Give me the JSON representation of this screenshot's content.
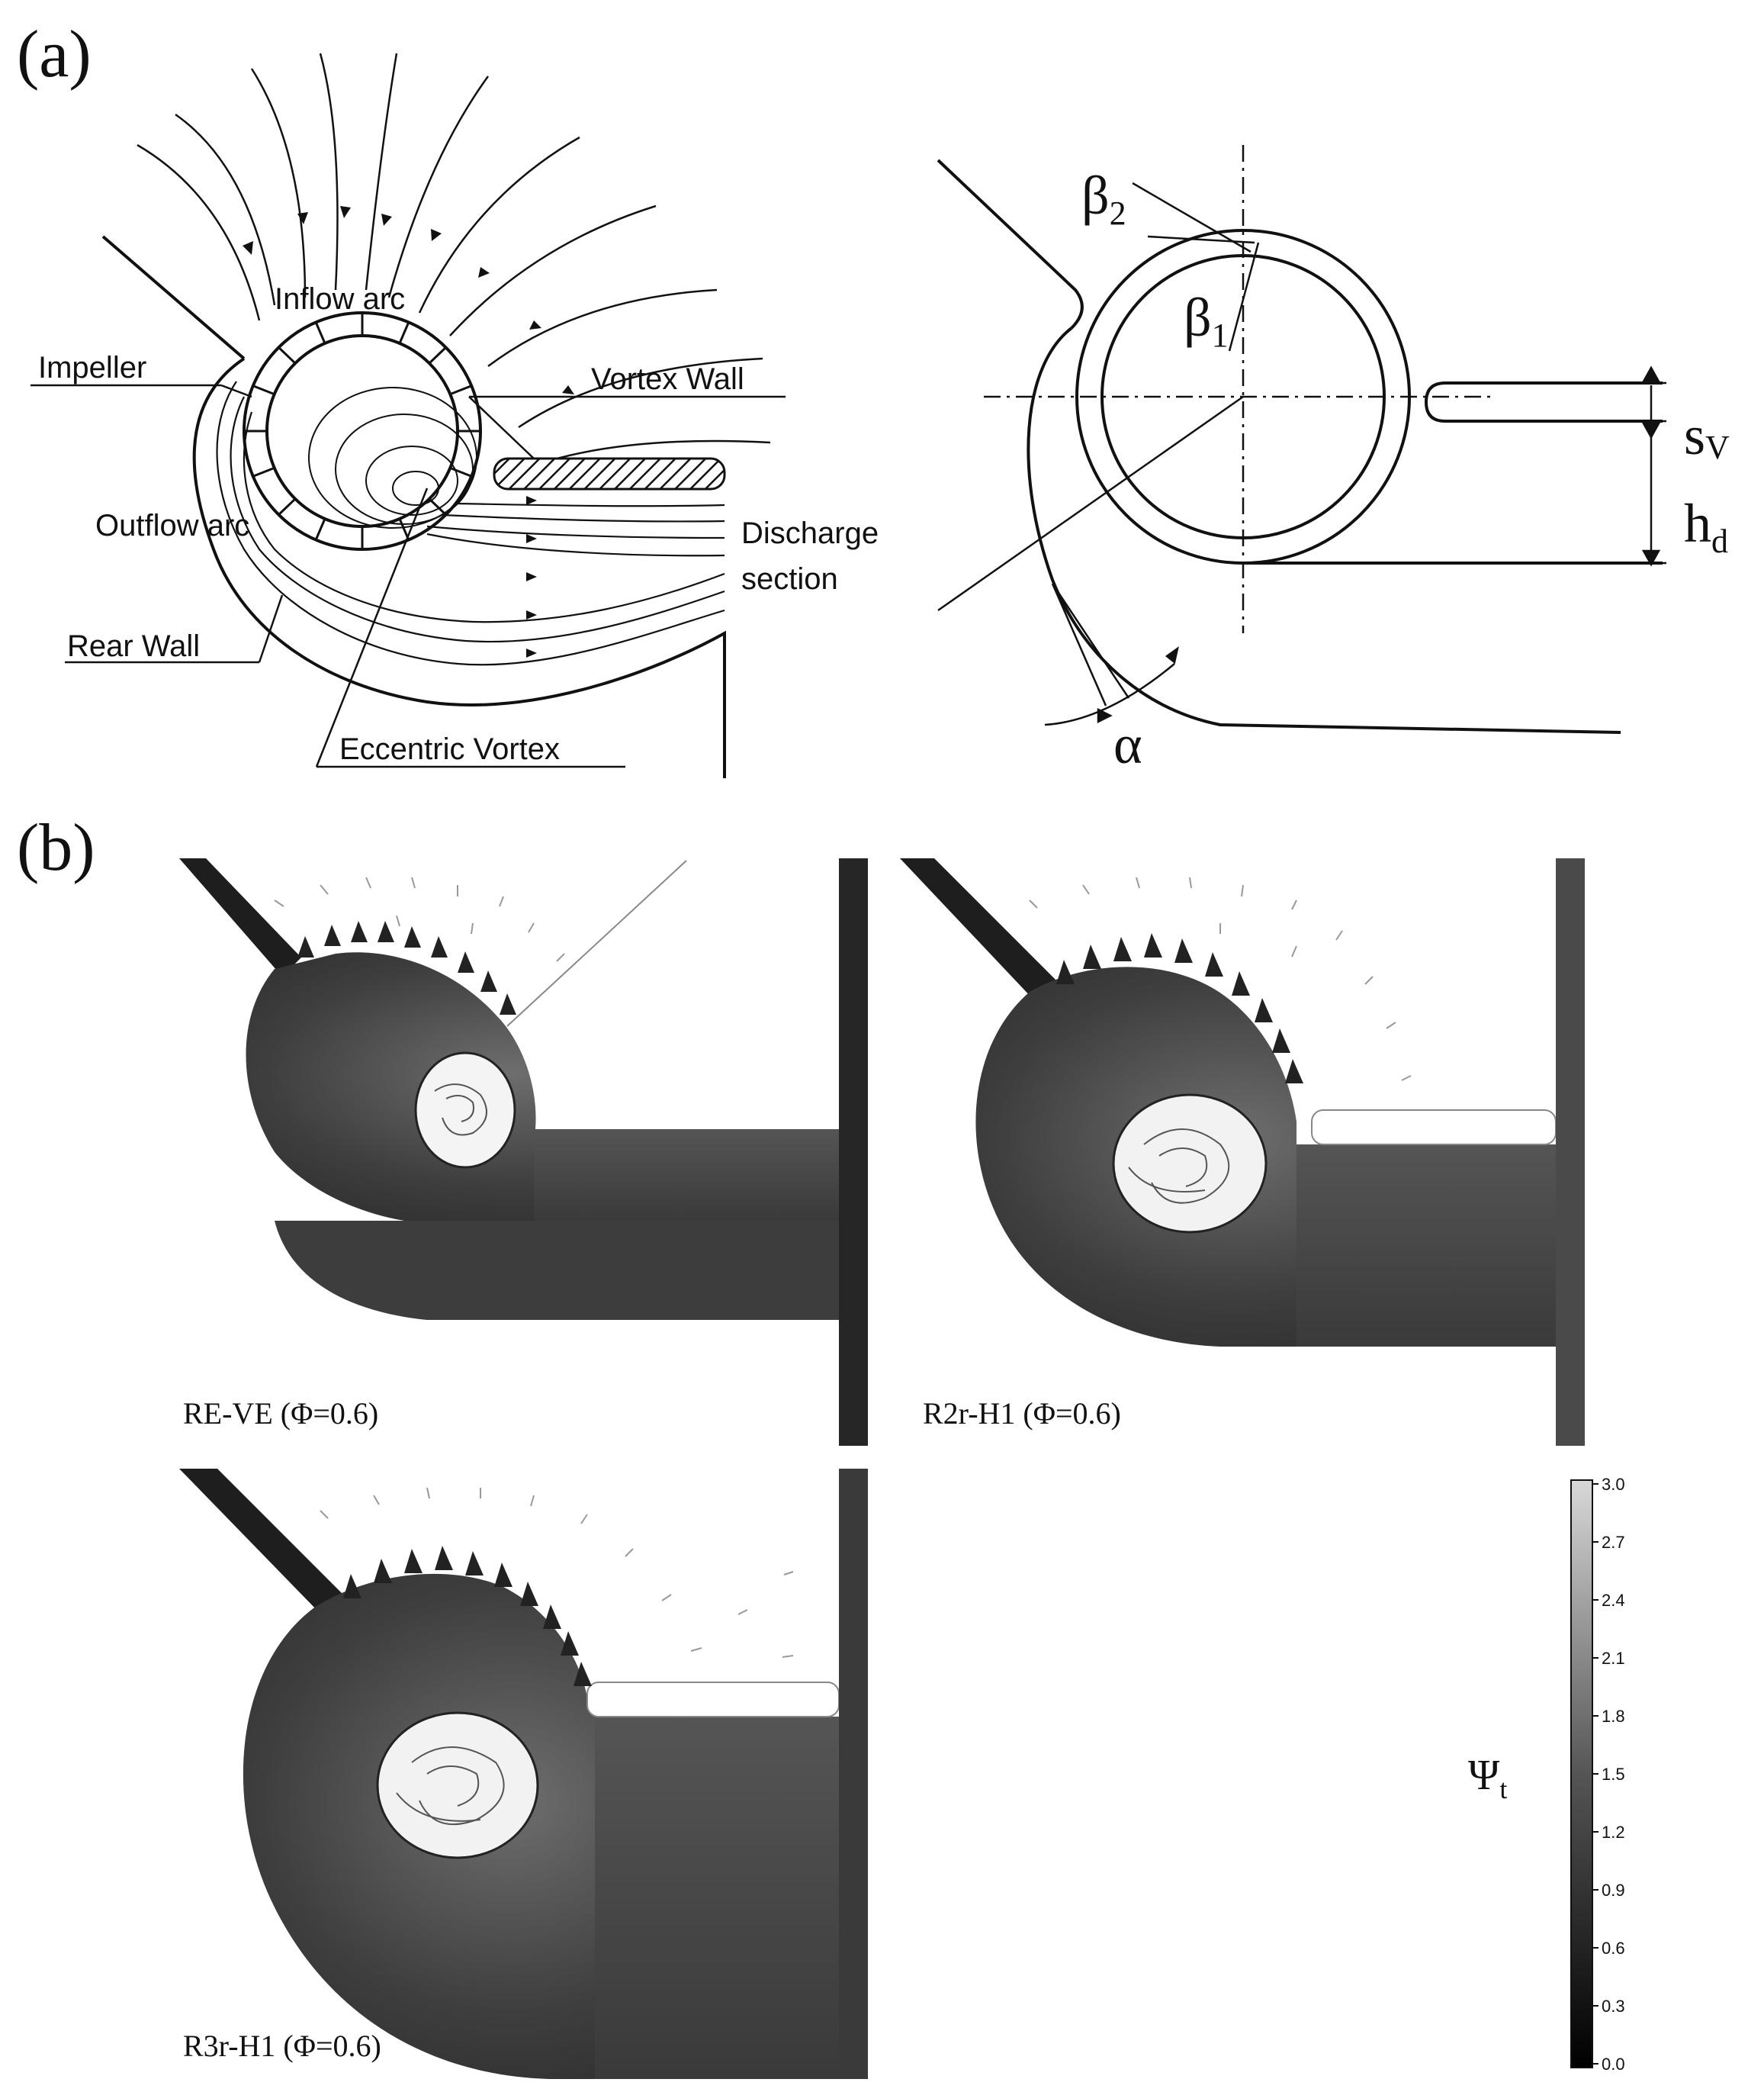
{
  "panel_a": {
    "label": "(a)",
    "left_labels": {
      "inflow_arc": "Inflow arc",
      "impeller": "Impeller",
      "vortex_wall": "Vortex Wall",
      "discharge_1": "Discharge",
      "discharge_2": "section",
      "outflow_arc": "Outflow arc",
      "rear_wall": "Rear Wall",
      "eccentric_vortex": "Eccentric Vortex"
    },
    "right_labels": {
      "beta2": "β",
      "beta2_sub": "2",
      "beta1": "β",
      "beta1_sub": "1",
      "sv": "s",
      "sv_sub": "V",
      "hd": "h",
      "hd_sub": "d",
      "alpha": "α"
    }
  },
  "panel_b": {
    "label": "(b)",
    "cases": [
      "RE-VE (Φ=0.6)",
      "R2r-H1 (Φ=0.6)",
      "R3r-H1 (Φ=0.6)"
    ],
    "colorbar": {
      "symbol": "Ψ",
      "symbol_sub": "t",
      "ticks": [
        "3.0",
        "2.7",
        "2.4",
        "2.1",
        "1.8",
        "1.5",
        "1.2",
        "0.9",
        "0.6",
        "0.3",
        "0.0"
      ]
    }
  }
}
